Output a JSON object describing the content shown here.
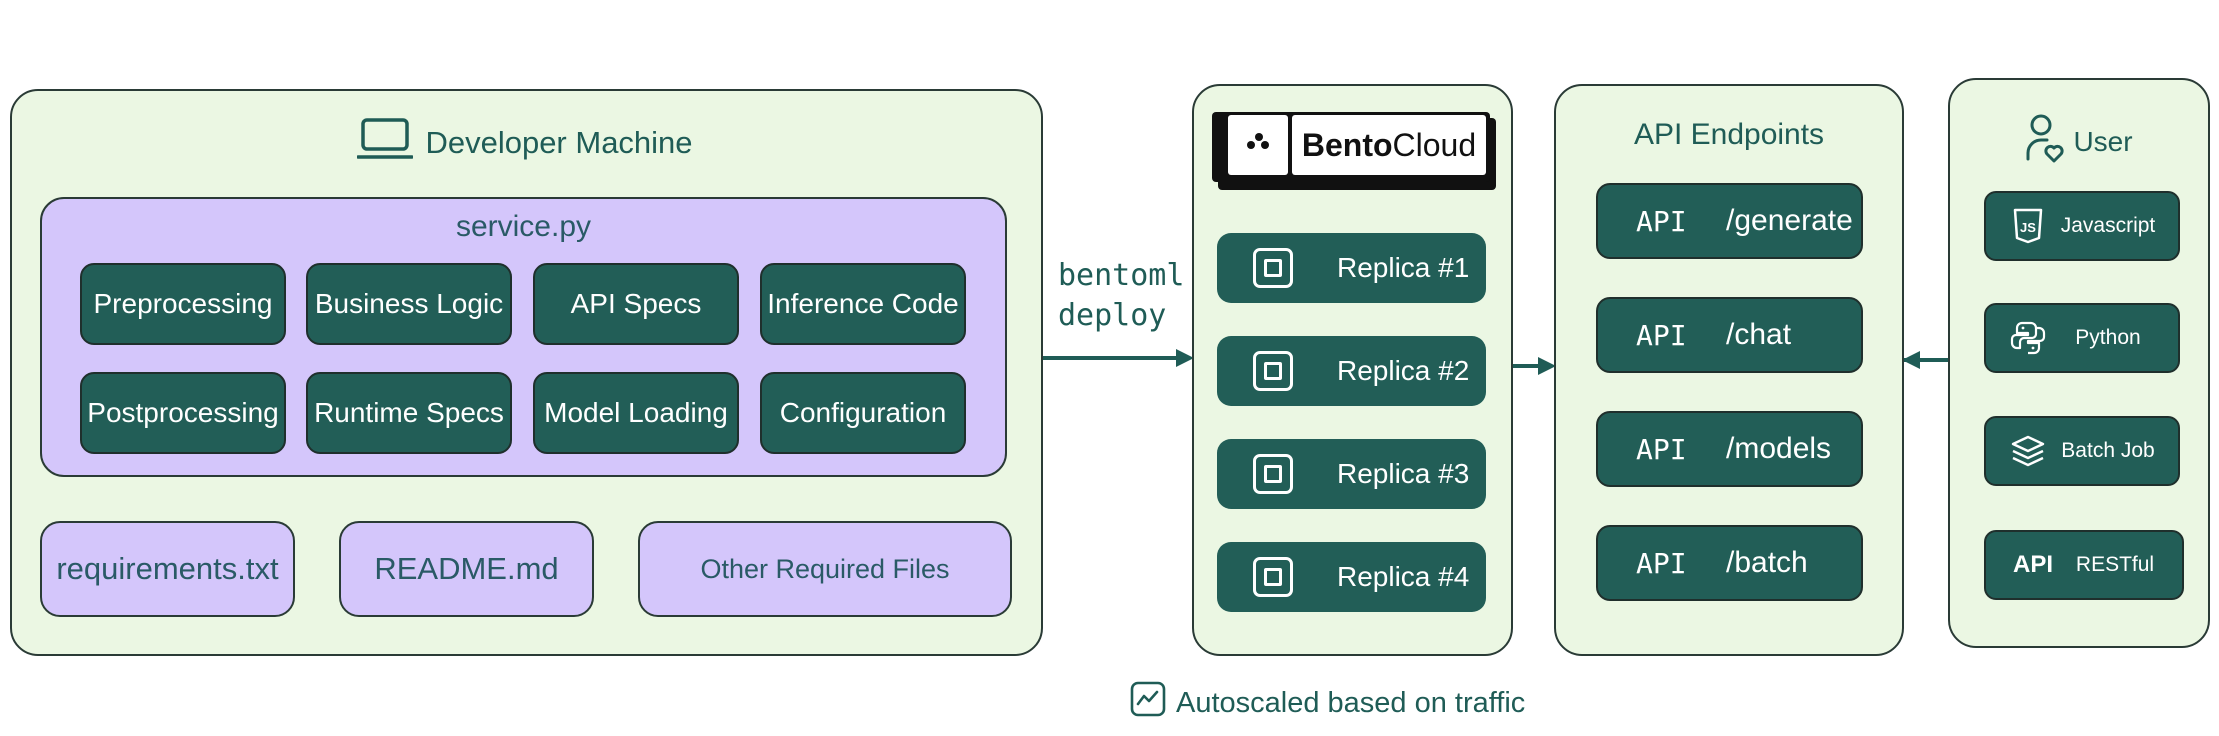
{
  "developer_machine": {
    "title": "Developer Machine",
    "icon": "laptop-icon",
    "service": {
      "title": "service.py",
      "components": [
        "Preprocessing",
        "Business Logic",
        "API Specs",
        "Inference Code",
        "Postprocessing",
        "Runtime Specs",
        "Model Loading",
        "Configuration"
      ]
    },
    "files": [
      "requirements.txt",
      "README.md",
      "Other Required Files"
    ]
  },
  "deploy_command": {
    "line1": "bentoml",
    "line2": "deploy"
  },
  "bentocloud": {
    "logo_bold": "Bento",
    "logo_regular": "Cloud",
    "replicas": [
      "Replica #1",
      "Replica #2",
      "Replica #3",
      "Replica #4"
    ]
  },
  "api_endpoints": {
    "title": "API Endpoints",
    "prefix": "API",
    "paths": [
      "/generate",
      "/chat",
      "/models",
      "/batch"
    ]
  },
  "user": {
    "title": "User",
    "icon": "user-heart-icon",
    "clients": [
      {
        "label": "Javascript",
        "icon": "js-icon"
      },
      {
        "label": "Python",
        "icon": "python-icon"
      },
      {
        "label": "Batch Job",
        "icon": "layers-icon"
      },
      {
        "label": "RESTful",
        "icon": "api-icon",
        "icon_text": "API"
      }
    ]
  },
  "footer": {
    "text": "Autoscaled based on traffic",
    "icon": "chart-icon"
  },
  "colors": {
    "panel": "#ebf7e3",
    "purple": "#d4c6fb",
    "tile": "#225e57",
    "text": "#1f5c56"
  }
}
